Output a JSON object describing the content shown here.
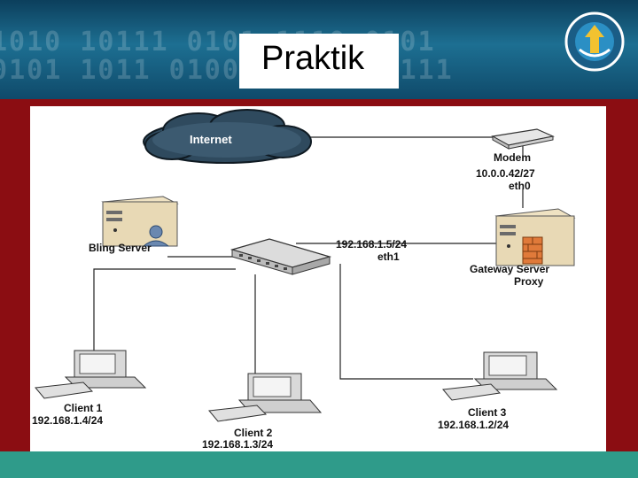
{
  "slide": {
    "title": "Praktik"
  },
  "diagram": {
    "internet": "Internet",
    "modem": "Modem",
    "modem_ip": "10.0.0.42/27",
    "modem_if": "eth0",
    "billing": "Bling Server",
    "gateway_ip": "192.168.1.5/24",
    "gateway_if": "eth1",
    "gateway_name": "Gateway Server",
    "gateway_role": "Proxy",
    "client1_name": "Client 1",
    "client1_ip": "192.168.1.4/24",
    "client2_name": "Client 2",
    "client2_ip": "192.168.1.3/24",
    "client3_name": "Client 3",
    "client3_ip": "192.168.1.2/24"
  },
  "colors": {
    "frame": "#8b0d12",
    "header": "#1d6f92",
    "footer": "#2f9b8a",
    "cloud": "#2f4a5e"
  }
}
